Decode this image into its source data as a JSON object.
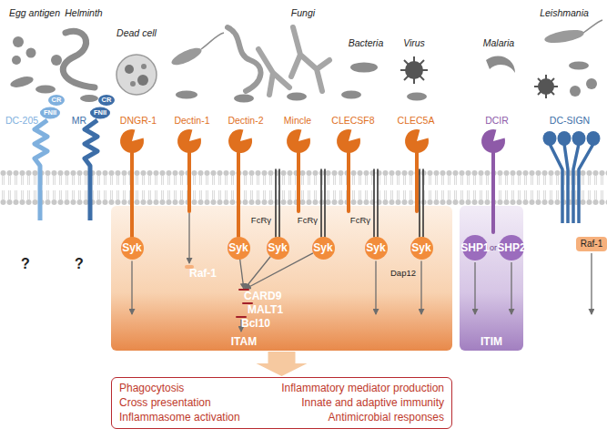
{
  "diagram": {
    "nodes": [
      {
        "text": [
          "ITAM"
        ]
      },
      {
        "text": [
          "ITIM"
        ]
      },
      {
        "text": [
          "Syk"
        ],
        "in": 0
      },
      {
        "text": [
          "Raf-1"
        ],
        "in": 0
      },
      {
        "text": [
          "Syk"
        ],
        "in": 0
      },
      {
        "text": [
          "Syk"
        ],
        "in": 0
      },
      {
        "text": [
          "Syk"
        ],
        "in": 0
      },
      {
        "text": [
          "Syk"
        ],
        "in": 0
      },
      {
        "text": [
          "Syk"
        ],
        "in": 0
      },
      {
        "text": [
          "CARD9"
        ],
        "in": 0
      },
      {
        "text": [
          "MALT1"
        ],
        "in": 0
      },
      {
        "text": [
          "Bcl10"
        ],
        "in": 0
      },
      {
        "text": [
          "SHP1"
        ],
        "in": 1
      },
      {
        "text": [
          "SHP2"
        ],
        "in": 1
      },
      {
        "text": [
          "Raf-1"
        ]
      },
      {
        "text": [
          "Phagocytosis",
          "Cross presentation",
          "Inflammasome activation",
          "Inflammatory mediator production",
          "Innate and adaptive immunity",
          "Antimicrobial responses"
        ]
      }
    ],
    "edges": [
      {
        "from": 4,
        "to": 9,
        "arrow": "to"
      },
      {
        "from": 5,
        "to": 9,
        "arrow": "to"
      },
      {
        "from": 6,
        "to": 9,
        "arrow": "to"
      },
      {
        "from": 0,
        "to": 15,
        "arrow": "to"
      }
    ],
    "labels": [
      "Egg antigen",
      "Helminth",
      "Dead cell",
      "Fungi",
      "Bacteria",
      "Virus",
      "Malaria",
      "Leishmania",
      "DC-205",
      "MR",
      "DNGR-1",
      "Dectin-1",
      "Dectin-2",
      "Mincle",
      "CLECSF8",
      "CLEC5A",
      "DCIR",
      "DC-SIGN",
      "CR",
      "FNII",
      "CR",
      "FNII",
      "FcRγ",
      "FcRγ",
      "FcRγ",
      "Dap12",
      "or",
      "?",
      "?"
    ]
  }
}
